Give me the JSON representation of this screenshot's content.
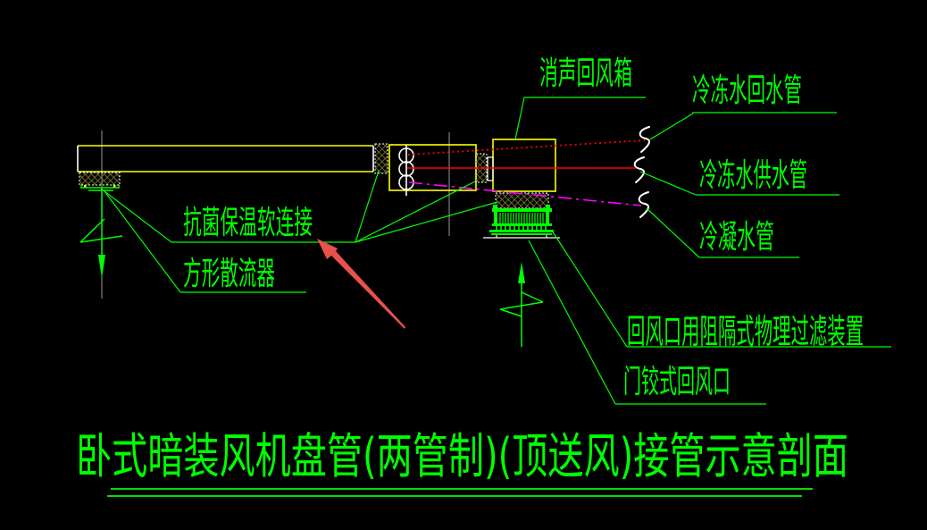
{
  "drawing": {
    "title": "卧式暗装风机盘管(两管制)(顶送风)接管示意剖面",
    "labels": {
      "silencer_return_box": "消声回风箱",
      "chilled_water_return_pipe": "冷冻水回水管",
      "chilled_water_supply_pipe": "冷冻水供水管",
      "condensate_pipe": "冷凝水管",
      "antibacterial_flexible_connection": "抗菌保温软连接",
      "square_diffuser": "方形散流器",
      "return_inlet_filter": "回风口用阻隔式物理过滤装置",
      "hinged_return_inlet": "门铰式回风口"
    },
    "colors": {
      "background": "#000000",
      "annotation_green": "#00ff00",
      "duct_yellow": "#ffff00",
      "detail_white": "#ffffff",
      "centerline_gray": "#9a9a9a",
      "chilled_water_red": "#ff0000",
      "condensate_magenta": "#ff00ff",
      "hatch_olive": "#8a8a33",
      "pointer_arrow_red": "#e8514c"
    }
  }
}
